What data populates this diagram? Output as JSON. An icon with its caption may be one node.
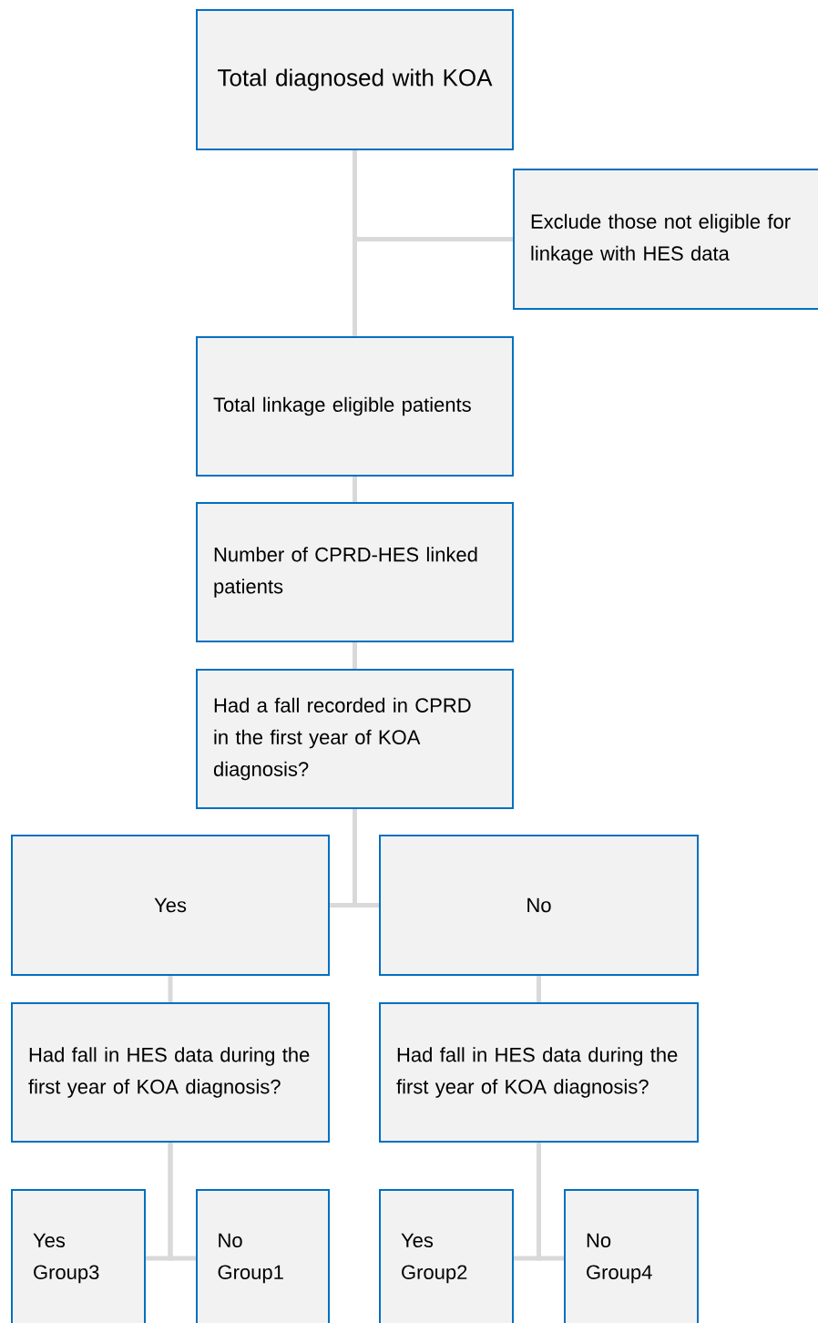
{
  "diagram": {
    "nodes": [
      {
        "text": [
          "Total diagnosed with KOA"
        ]
      },
      {
        "text": [
          "Exclude those not eligible for linkage with HES data"
        ]
      },
      {
        "text": [
          "Total linkage eligible patients"
        ]
      },
      {
        "text": [
          "Number of CPRD-HES linked patients"
        ]
      },
      {
        "text": [
          "Had a fall recorded in CPRD in the first year of KOA diagnosis?"
        ]
      },
      {
        "text": [
          "Yes"
        ]
      },
      {
        "text": [
          "No"
        ]
      },
      {
        "text": [
          "Had fall in HES data during the first year of KOA diagnosis?"
        ]
      },
      {
        "text": [
          "Had fall in HES data during the first year of KOA diagnosis?"
        ]
      },
      {
        "text": [
          "Yes Group3"
        ]
      },
      {
        "text": [
          "No Group1"
        ]
      },
      {
        "text": [
          "Yes Group2"
        ]
      },
      {
        "text": [
          "No Group4"
        ]
      }
    ],
    "edges": [
      {
        "from": 0,
        "to": 2,
        "arrow": "none"
      },
      {
        "from": 0,
        "to": 1,
        "arrow": "none"
      },
      {
        "from": 2,
        "to": 3,
        "arrow": "none"
      },
      {
        "from": 3,
        "to": 4,
        "arrow": "none"
      },
      {
        "from": 4,
        "to": 5,
        "arrow": "none"
      },
      {
        "from": 4,
        "to": 6,
        "arrow": "none"
      },
      {
        "from": 5,
        "to": 7,
        "arrow": "none"
      },
      {
        "from": 6,
        "to": 8,
        "arrow": "none"
      },
      {
        "from": 7,
        "to": 9,
        "arrow": "none"
      },
      {
        "from": 7,
        "to": 10,
        "arrow": "none"
      },
      {
        "from": 8,
        "to": 11,
        "arrow": "none"
      },
      {
        "from": 8,
        "to": 12,
        "arrow": "none"
      }
    ]
  }
}
